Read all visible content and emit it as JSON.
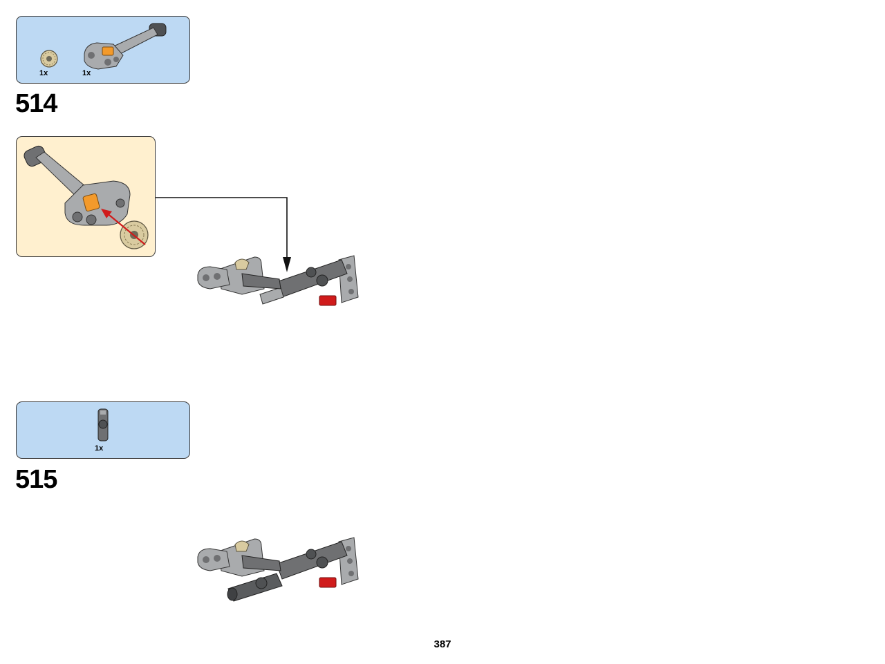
{
  "steps": [
    {
      "number": "514",
      "parts": [
        {
          "qty": "1x",
          "icon": "gear-wheel-icon"
        },
        {
          "qty": "1x",
          "icon": "steering-arm-icon"
        }
      ]
    },
    {
      "number": "515",
      "parts": [
        {
          "qty": "1x",
          "icon": "axle-connector-icon"
        }
      ]
    }
  ],
  "page": {
    "number": "387"
  },
  "colors": {
    "parts_bg": "#bdd9f3",
    "subassembly_bg": "#fff0cf",
    "part_dark": "#6f7072",
    "part_light": "#a9abad",
    "tan": "#d9cba0",
    "orange": "#f39a2b",
    "red": "#d01b1b"
  }
}
